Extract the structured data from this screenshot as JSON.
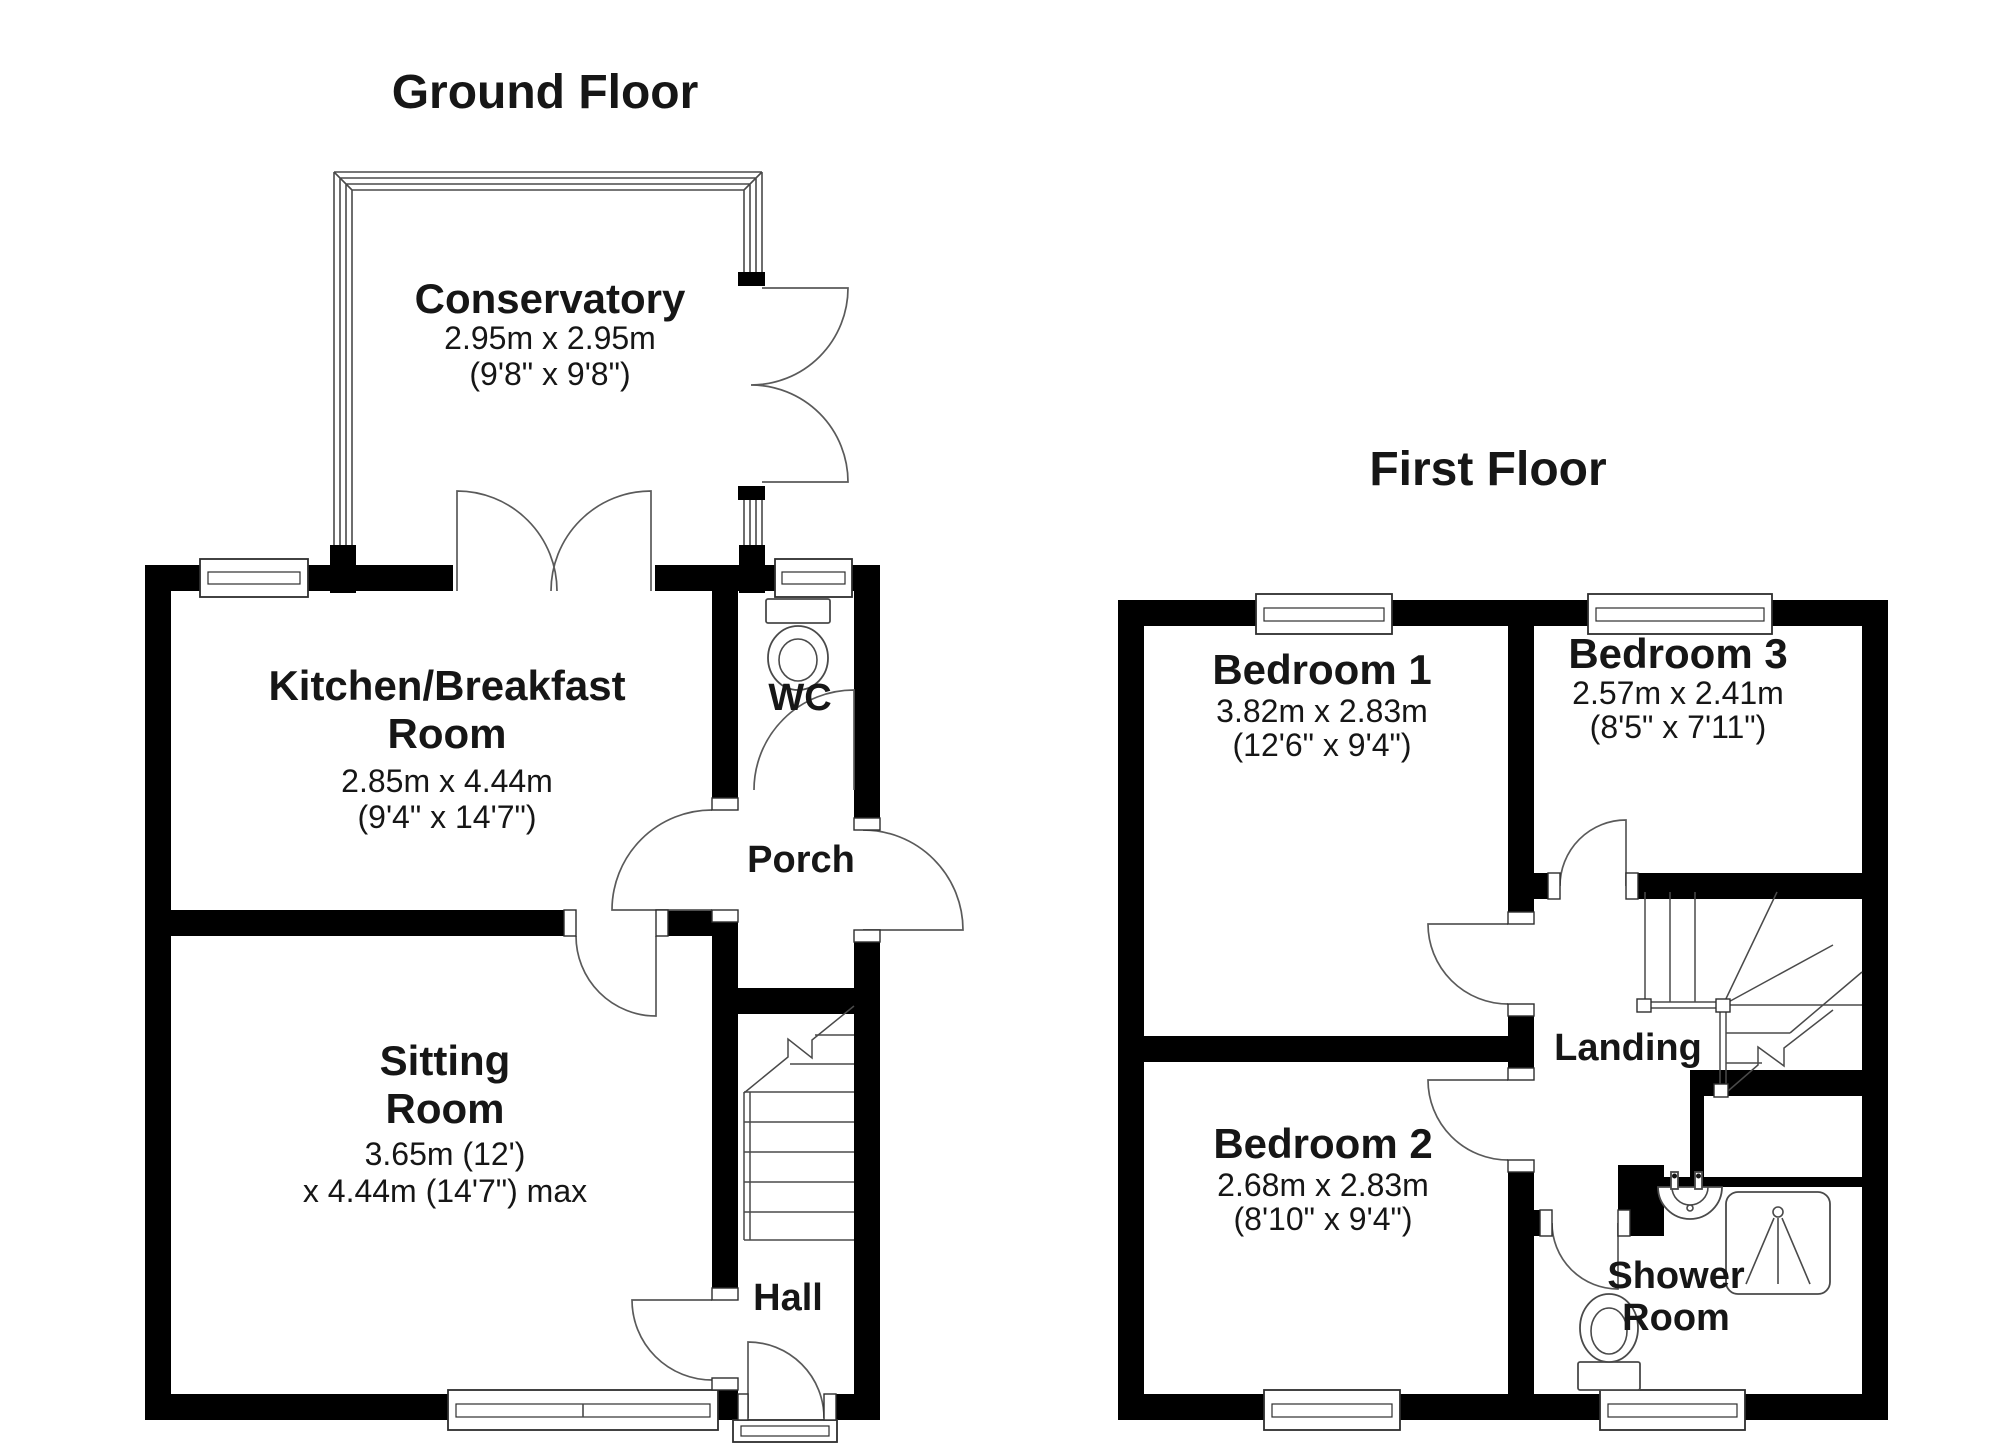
{
  "ground_floor": {
    "title": "Ground Floor",
    "rooms": {
      "conservatory": {
        "name": "Conservatory",
        "metric": "2.95m x 2.95m",
        "imperial": "(9'8\" x 9'8\")"
      },
      "kitchen": {
        "line1": "Kitchen/Breakfast",
        "line2": "Room",
        "line3": "2.85m x 4.44m",
        "line4": "(9'4\" x 14'7\")"
      },
      "wc": {
        "name": "WC"
      },
      "porch": {
        "name": "Porch"
      },
      "sitting": {
        "line1": "Sitting",
        "line2": "Room",
        "line3": "3.65m (12')",
        "line4": "x 4.44m (14'7\") max"
      },
      "hall": {
        "name": "Hall"
      }
    }
  },
  "first_floor": {
    "title": "First Floor",
    "rooms": {
      "bedroom1": {
        "name": "Bedroom 1",
        "metric": "3.82m x 2.83m",
        "imperial": "(12'6\" x 9'4\")"
      },
      "bedroom3": {
        "name": "Bedroom 3",
        "metric": "2.57m x 2.41m",
        "imperial": "(8'5\" x 7'11\")"
      },
      "bedroom2": {
        "name": "Bedroom 2",
        "metric": "2.68m x 2.83m",
        "imperial": "(8'10\" x 9'4\")"
      },
      "landing": {
        "name": "Landing"
      },
      "shower": {
        "line1": "Shower",
        "line2": "Room"
      }
    }
  },
  "colors": {
    "wall": "#000000",
    "line": "#4a4a4a",
    "text": "#161616",
    "background": "#ffffff"
  }
}
